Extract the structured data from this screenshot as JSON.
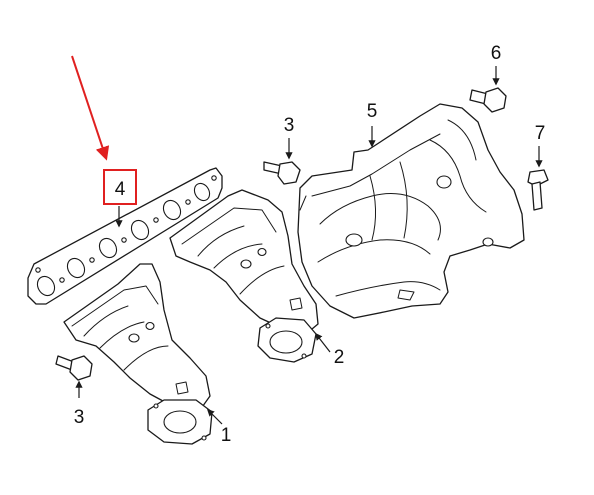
{
  "callouts": {
    "c1": "1",
    "c2": "2",
    "c3a": "3",
    "c3b": "3",
    "c4": "4",
    "c5": "5",
    "c6": "6",
    "c7": "7"
  },
  "colors": {
    "highlight": "#e02020",
    "line": "#1a1a1a"
  }
}
